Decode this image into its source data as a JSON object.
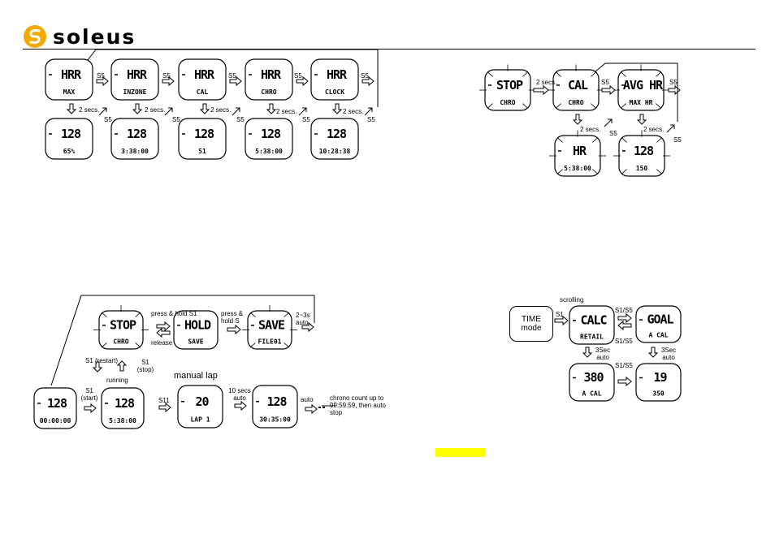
{
  "brand": {
    "name": "soleus",
    "logo_color": "#f2a900"
  },
  "highlight_color": "#ffff00",
  "diagram1": {
    "screens": [
      {
        "top": "HRR",
        "bottom": "MAX"
      },
      {
        "top": "HRR",
        "bottom": "INZONE"
      },
      {
        "top": "HRR",
        "bottom": "CAL"
      },
      {
        "top": "HRR",
        "bottom": "CHRO"
      },
      {
        "top": "HRR",
        "bottom": "CLOCK"
      },
      {
        "top": "128",
        "bottom": "65%"
      },
      {
        "top": "128",
        "bottom": "3:38:00"
      },
      {
        "top": "128",
        "bottom": "51"
      },
      {
        "top": "128",
        "bottom": "5:38:00"
      },
      {
        "top": "128",
        "bottom": "10:28:38"
      }
    ],
    "button_label": "S5",
    "hold_label": "2 secs."
  },
  "diagram2": {
    "screens": [
      {
        "top": "STOP",
        "bottom": "CHRO"
      },
      {
        "top": "CAL",
        "bottom": "CHRO"
      },
      {
        "top": "AVG HR",
        "bottom": "MAX HR"
      },
      {
        "top": "HR",
        "bottom": "5:38:00"
      },
      {
        "top": "128",
        "bottom": "150"
      }
    ],
    "button_label": "S5",
    "hold_label": "2 secs."
  },
  "diagram3": {
    "screens": [
      {
        "top": "STOP",
        "bottom": "CHRO"
      },
      {
        "top": "HOLD",
        "bottom": "SAVE"
      },
      {
        "top": "SAVE",
        "bottom": "FILE01"
      },
      {
        "top": "128",
        "bottom": "00:00:00"
      },
      {
        "top": "128",
        "bottom": "5:38:00"
      },
      {
        "top": "20",
        "bottom": "LAP 1"
      },
      {
        "top": "128",
        "bottom": "30:35:00"
      }
    ],
    "labels": {
      "press_hold_s1": "press & hold S1",
      "release": "release",
      "press_hold_s": "press & hold S",
      "auto_23s": "2~3s auto",
      "s1_restart": "S1 (restart)",
      "s1_stop": "S1 (stop)",
      "running": "running",
      "s1_start": "S1 (start)",
      "manual_lap": "manual lap",
      "s11": "S11",
      "ten_secs_auto": "10 secs auto",
      "auto": "auto",
      "chrono_note": "chrono count up to 99:59:59, then auto stop"
    }
  },
  "diagram4": {
    "time_mode": {
      "line1": "TIME",
      "line2": "mode"
    },
    "screens": [
      {
        "top": "CALC",
        "bottom": "RETAIL"
      },
      {
        "top": "GOAL",
        "bottom": "A CAL"
      },
      {
        "top": "380",
        "bottom": "A CAL"
      },
      {
        "top": "19",
        "bottom": "350"
      }
    ],
    "labels": {
      "scrolling": "scrolling",
      "s1": "S1",
      "s1s5": "S1/S5",
      "three_sec_auto": "3Sec auto"
    }
  }
}
